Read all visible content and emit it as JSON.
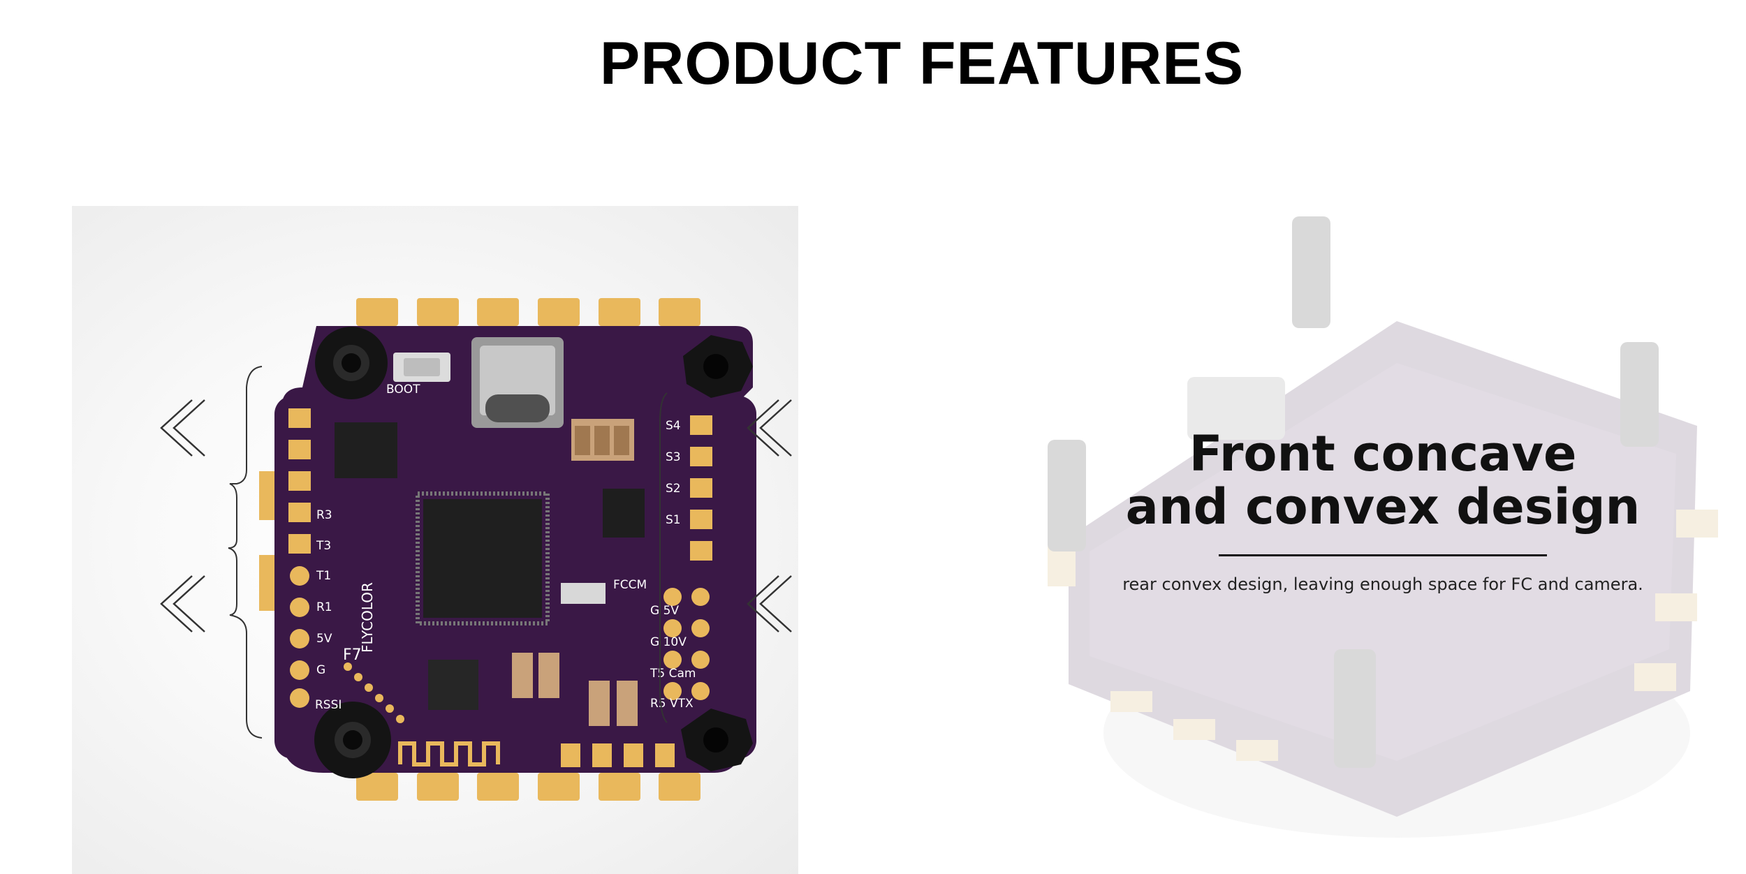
{
  "page": {
    "title": "PRODUCT FEATURES"
  },
  "feature": {
    "headline_line1": "Front concave",
    "headline_line2": "and convex design",
    "description": "rear convex design, leaving enough space for FC and camera."
  },
  "board_labels": {
    "boot": "BOOT",
    "fccm": "FCCM",
    "rssi": "RSSI",
    "g_5v": "G 5V",
    "g_10v": "G 10V",
    "t5_cam": "T5 Cam",
    "r5_vtx": "R5 VTX",
    "r3": "R3",
    "t3": "T3",
    "t1": "T1",
    "r1": "R1",
    "g": "G",
    "5v": "5V",
    "s1": "S1",
    "s2": "S2",
    "s3": "S3",
    "s4": "S4",
    "brand": "FLYCOLOR",
    "model": "F7"
  },
  "colors": {
    "pcb": "#3a1846",
    "pad_gold": "#e9b85c",
    "arrow": "#333333",
    "text": "#000000"
  }
}
